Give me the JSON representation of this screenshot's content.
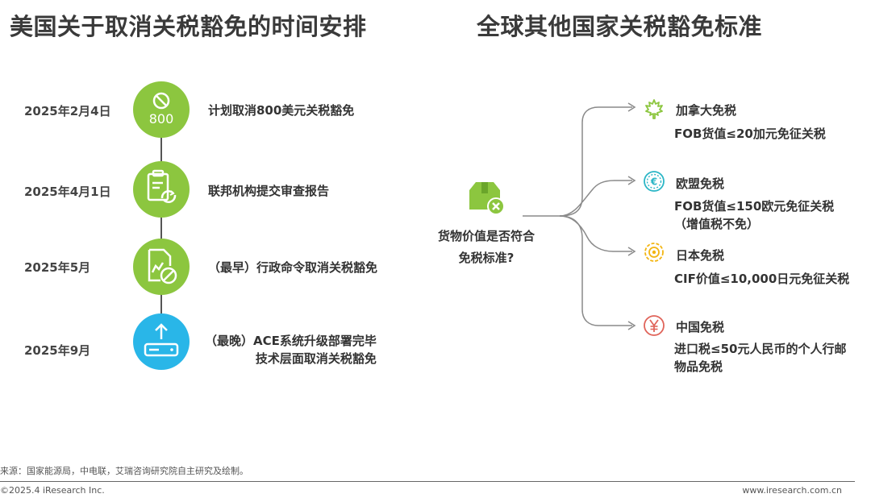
{
  "left": {
    "title": "美国关于取消关税豁免的时间安排",
    "timeline": [
      {
        "date": "2025年2月4日",
        "event_lines": [
          "计划取消800美元关税豁免"
        ],
        "icon": "cancel-800-icon",
        "icon_text": "800"
      },
      {
        "date": "2025年4月1日",
        "event_lines": [
          "联邦机构提交审查报告"
        ],
        "icon": "clipboard-refresh-icon"
      },
      {
        "date": "2025年5月",
        "event_lines": [
          "（最早）行政命令取消关税豁免"
        ],
        "icon": "document-cancel-icon"
      },
      {
        "date": "2025年9月",
        "event_lines": [
          "（最晚）ACE系统升级部署完毕",
          "技术层面取消关税豁免"
        ],
        "icon": "upload-system-icon"
      }
    ]
  },
  "right": {
    "title": "全球其他国家关税豁免标准",
    "question_lines": [
      "货物价值是否符合",
      "免税标准?"
    ],
    "countries": [
      {
        "name": "加拿大免税",
        "desc_lines": [
          "FOB货值≤20加元免征关税"
        ],
        "icon": "maple-leaf-icon"
      },
      {
        "name": "欧盟免税",
        "desc_lines": [
          "FOB货值≤150欧元免征关税",
          "（增值税不免）"
        ],
        "icon": "euro-icon"
      },
      {
        "name": "日本免税",
        "desc_lines": [
          "CIF价值≤10,000日元免征关税"
        ],
        "icon": "sun-emblem-icon"
      },
      {
        "name": "中国免税",
        "desc_lines": [
          "进口税≤50元人民币的个人行邮",
          "物品免税"
        ],
        "icon": "yuan-icon"
      }
    ]
  },
  "footer": {
    "source": "来源：国家能源局，中电联，艾瑞咨询研究院自主研究及绘制。",
    "copyright": "©2025.4 iResearch Inc.",
    "website": "www.iresearch.com.cn"
  },
  "colors": {
    "green": "#8cc63f",
    "blue": "#29b6e8",
    "euro_teal": "#2bb6c6",
    "japan_yellow": "#f3b512",
    "china_red": "#e0645a"
  }
}
